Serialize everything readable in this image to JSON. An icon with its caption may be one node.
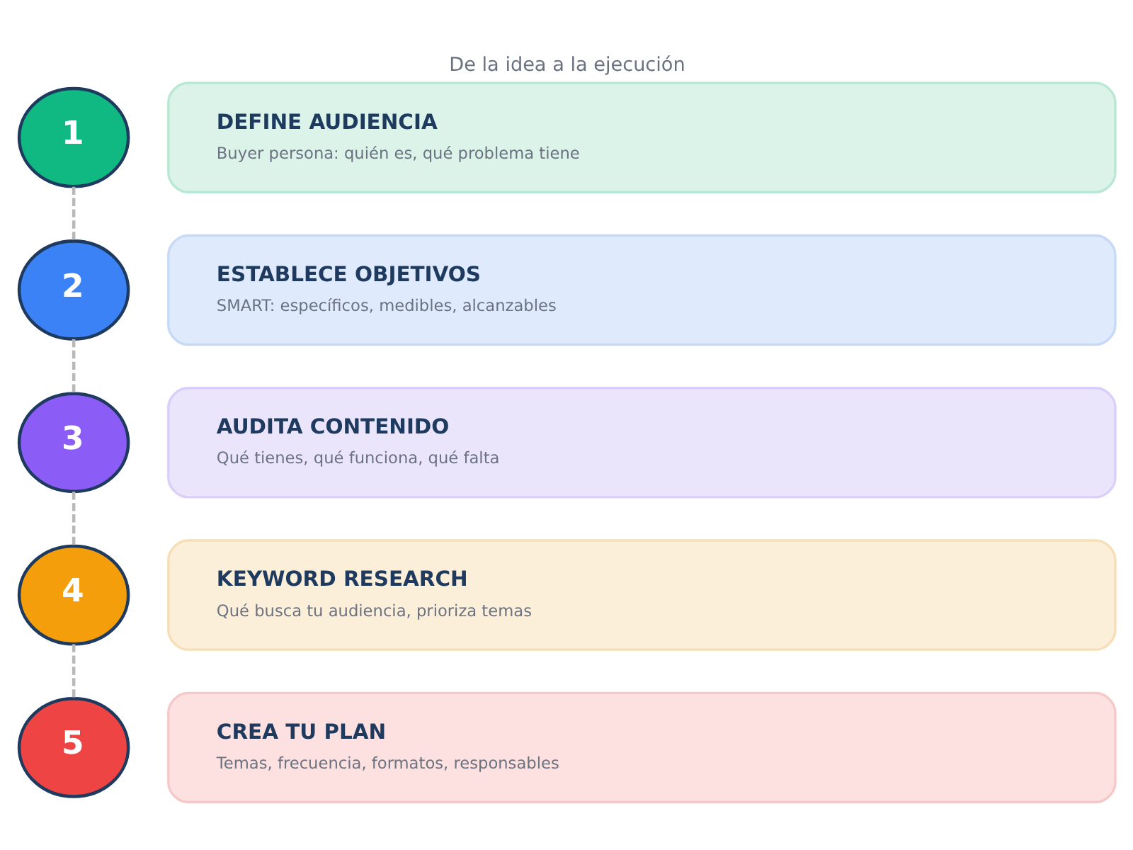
{
  "diagram": {
    "title": "De la idea a la ejecución",
    "nodes": [
      {
        "text": [
          "1"
        ]
      },
      {
        "text": [
          "DEFINE AUDIENCIA",
          "Buyer persona: quién es, qué problema tiene"
        ]
      },
      {
        "text": [
          "2"
        ]
      },
      {
        "text": [
          "ESTABLECE OBJETIVOS",
          "SMART: específicos, medibles, alcanzables"
        ]
      },
      {
        "text": [
          "3"
        ]
      },
      {
        "text": [
          "AUDITA CONTENIDO",
          "Qué tienes, qué funciona, qué falta"
        ]
      },
      {
        "text": [
          "4"
        ]
      },
      {
        "text": [
          "KEYWORD RESEARCH",
          "Qué busca tu audiencia, prioriza temas"
        ]
      },
      {
        "text": [
          "5"
        ]
      },
      {
        "text": [
          "CREA TU PLAN",
          "Temas, frecuencia, formatos, responsables"
        ]
      }
    ],
    "edges": [
      {
        "from": 0,
        "to": 2,
        "arrow": "none",
        "style": "dashed"
      },
      {
        "from": 2,
        "to": 4,
        "arrow": "none",
        "style": "dashed"
      },
      {
        "from": 4,
        "to": 6,
        "arrow": "none",
        "style": "dashed"
      },
      {
        "from": 6,
        "to": 8,
        "arrow": "none",
        "style": "dashed"
      }
    ]
  }
}
